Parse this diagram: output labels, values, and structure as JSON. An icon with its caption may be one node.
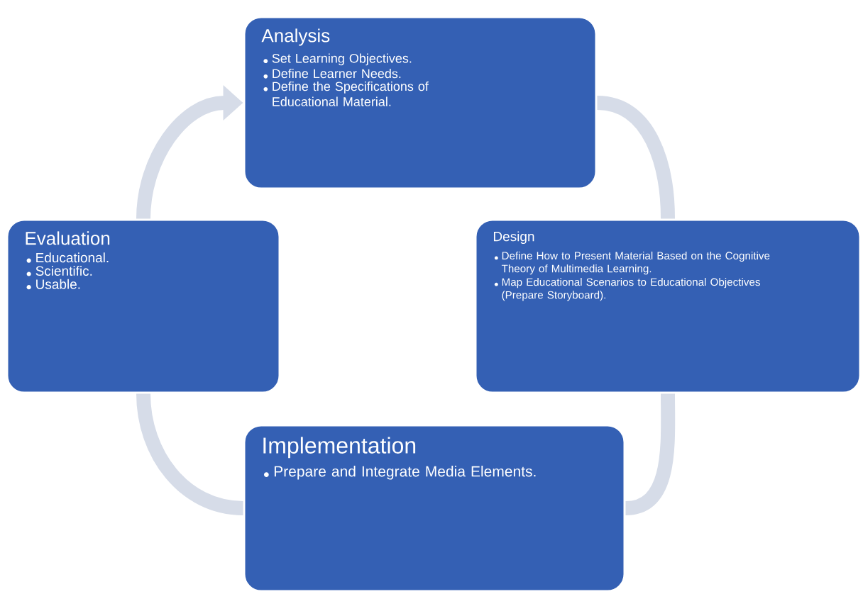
{
  "diagram": {
    "nodes": [
      {
        "text": [
          "Analysis",
          "Set Learning Objectives.",
          "Define Learner Needs.",
          "Define the Specifications of Educational Material."
        ]
      },
      {
        "text": [
          "Design",
          "Define How to Present Material Based on the Cognitive Theory of Multimedia Learning.",
          "Map Educational Scenarios to Educational Objectives (Prepare Storyboard)."
        ]
      },
      {
        "text": [
          "Implementation",
          "Prepare and Integrate Media Elements."
        ]
      },
      {
        "text": [
          "Evaluation",
          "Educational.",
          "Scientific.",
          "Usable."
        ]
      }
    ],
    "edges": [
      {
        "from": 0,
        "to": 1,
        "arrow": "none"
      },
      {
        "from": 1,
        "to": 2,
        "arrow": "none"
      },
      {
        "from": 2,
        "to": 3,
        "arrow": "none"
      },
      {
        "from": 3,
        "to": 0,
        "arrow": "to"
      }
    ]
  }
}
